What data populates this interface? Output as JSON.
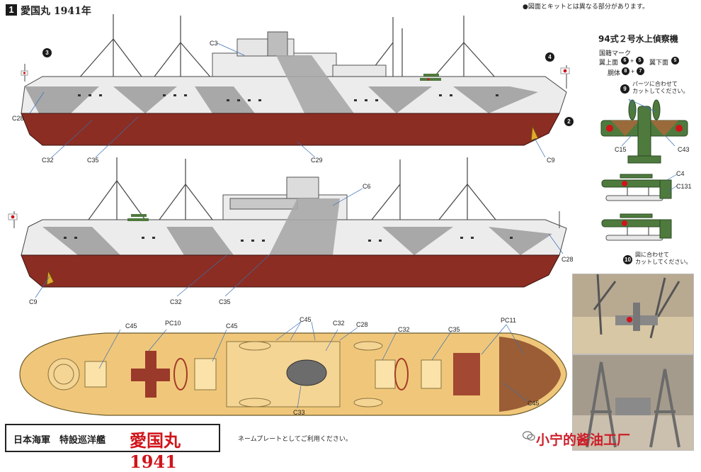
{
  "header": {
    "step_number": "1",
    "title": "愛国丸 1941年",
    "note": "●図面とキットとは異なる部分があります。"
  },
  "callouts": {
    "c3": "3",
    "c4": "4",
    "c2": "2",
    "c9": "9",
    "c10": "10"
  },
  "side_view_top": {
    "labels": {
      "c3": "C3",
      "c28": "C28",
      "c32": "C32",
      "c35": "C35",
      "c29": "C29",
      "c9": "C9"
    }
  },
  "side_view_bottom": {
    "labels": {
      "c6": "C6",
      "c28": "C28",
      "c9": "C9",
      "c32": "C32",
      "c35": "C35"
    }
  },
  "deck_view": {
    "labels": {
      "c45a": "C45",
      "pc10": "PC10",
      "c45b": "C45",
      "c45c": "C45",
      "c32a": "C32",
      "c28": "C28",
      "c32b": "C32",
      "c35": "C35",
      "pc11": "PC11",
      "c45d": "C45",
      "c33": "C33"
    }
  },
  "aircraft_panel": {
    "title": "94式２号水上偵察機",
    "marking_heading": "国籍マーク",
    "upper_wing": "翼上面",
    "upper_a": "6",
    "upper_b": "5",
    "lower_wing": "翼下面",
    "lower_a": "5",
    "fuselage": "胴体",
    "fus_a": "8",
    "fus_b": "7",
    "note_top": "パーツに合わせて\nカットしてください。",
    "note_bottom": "図に合わせて\nカットしてください。",
    "labels": {
      "c15": "C15",
      "c43": "C43",
      "c4": "C4",
      "c131": "C131"
    }
  },
  "nameplate": {
    "line1": "日本海軍　特設巡洋艦",
    "name": "愛国丸1941",
    "usage_note": "ネームプレートとしてご利用ください。"
  },
  "watermark": {
    "text": "小宁的酱油工厂"
  },
  "colors": {
    "hull": "#8b2d22",
    "camo_light": "#ececec",
    "camo_gray": "#a8a8a8",
    "deck": "#f0c77a",
    "plane_green": "#4e7a3e",
    "plane_brown": "#9a6a3a",
    "hinomaru": "#d0141a"
  }
}
